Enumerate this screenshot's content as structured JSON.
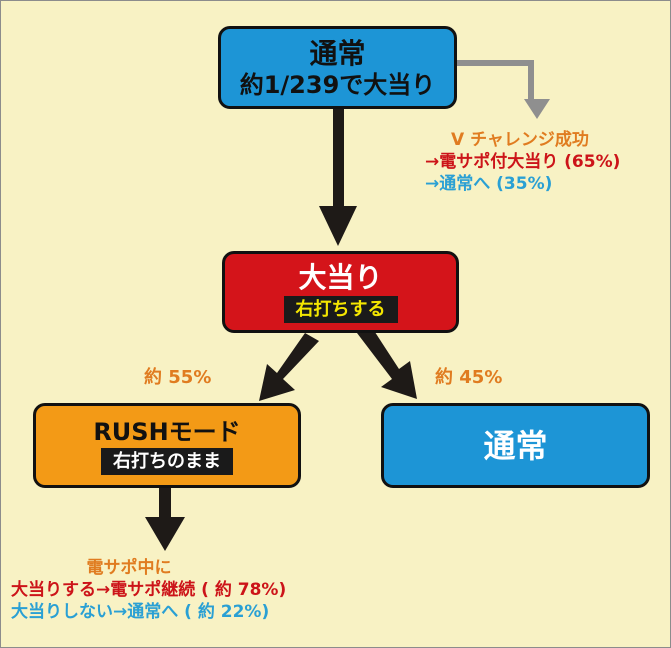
{
  "nodes": {
    "normal_top": {
      "title": "通常",
      "subtitle": "約1/239で大当り"
    },
    "jackpot": {
      "title": "大当り",
      "badge": "右打ちする"
    },
    "rush": {
      "title": "RUSHモード",
      "badge": "右打ちのまま"
    },
    "normal_right": {
      "title": "通常"
    }
  },
  "v_challenge": {
    "title": "V チャレンジ成功",
    "line1": "→電サポ付大当り (65%)",
    "line2": "→通常へ (35%)"
  },
  "split": {
    "left": "約 55%",
    "right": "約 45%"
  },
  "densapo": {
    "title": "電サポ中に",
    "line1": "大当りする→電サポ継続 ( 約 78%)",
    "line2": "大当りしない→通常へ ( 約 22%)"
  },
  "colors": {
    "background": "#f8f2c4",
    "blue_node": "#1d95d6",
    "red_node": "#d4141a",
    "orange_node": "#f39a16",
    "arrow": "#1e1a17",
    "side_arrow": "#8f8f8f",
    "label_orange": "#e07c20",
    "label_red": "#cc1419",
    "label_blue": "#2aa0d4"
  }
}
